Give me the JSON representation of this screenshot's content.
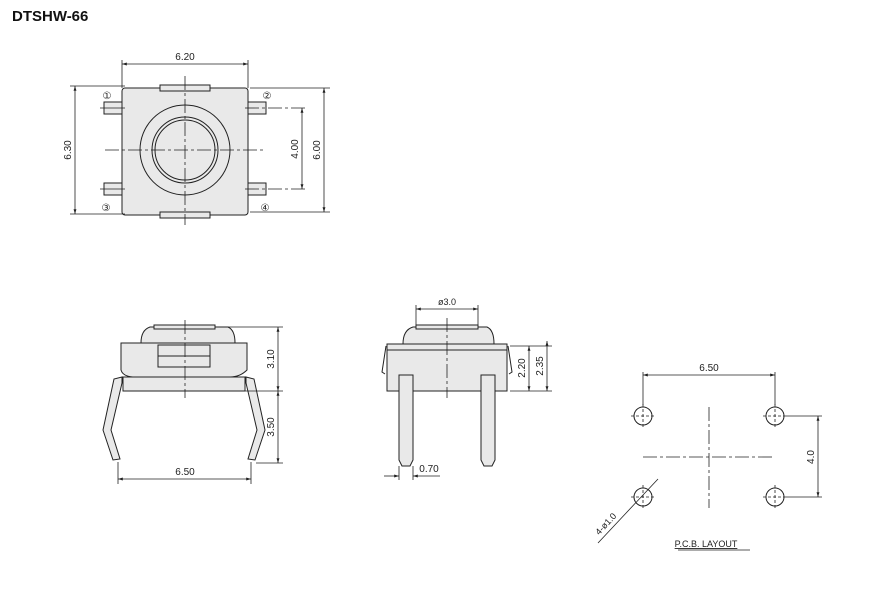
{
  "title": "DTSHW-66",
  "top_view": {
    "width": "6.20",
    "height": "6.30",
    "pin_pitch": "4.00",
    "overall": "6.00",
    "pins": [
      "①",
      "②",
      "③",
      "④"
    ]
  },
  "front_view": {
    "body_height": "3.10",
    "lead_length": "3.50",
    "lead_span": "6.50"
  },
  "side_view": {
    "actuator_dia": "ø3.0",
    "h1": "2.20",
    "h2": "2.35",
    "lead_width": "0.70"
  },
  "pcb_layout": {
    "hole_pitch_x": "6.50",
    "hole_pitch_y": "4.0",
    "holes": "4-ø1.0",
    "label": "P.C.B. LAYOUT"
  }
}
